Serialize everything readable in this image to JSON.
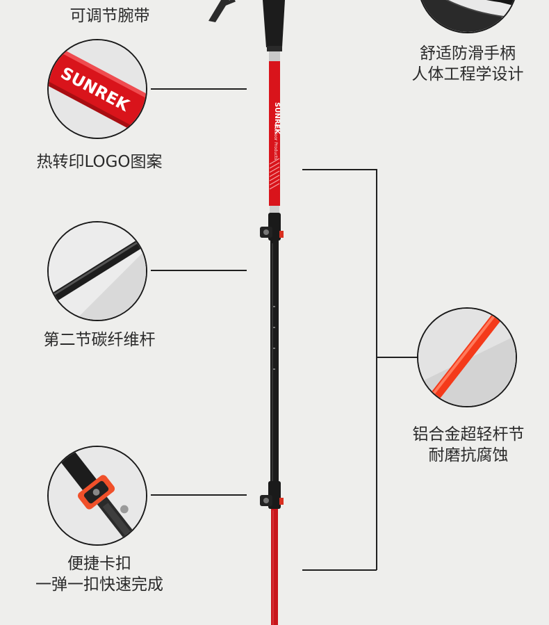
{
  "brand": {
    "logo_text": "SUNREK",
    "logo_subtext": "Outdoor Products"
  },
  "colors": {
    "background": "#eeeeec",
    "pole_red": "#d9141b",
    "alloy_red": "#f43a1a",
    "carbon_black": "#1b1b1b",
    "clip_orange": "#f0502a"
  },
  "features": {
    "wrist_strap": {
      "label": "可调节腕带"
    },
    "grip": {
      "line1": "舒适防滑手柄",
      "line2": "人体工程学设计"
    },
    "logo": {
      "label": "热转印LOGO图案"
    },
    "carbon": {
      "label": "第二节碳纤维杆"
    },
    "alloy": {
      "line1": "铝合金超轻杆节",
      "line2": "耐磨抗腐蚀"
    },
    "clip": {
      "line1": "便捷卡扣",
      "line2": "一弹一扣快速完成"
    }
  }
}
